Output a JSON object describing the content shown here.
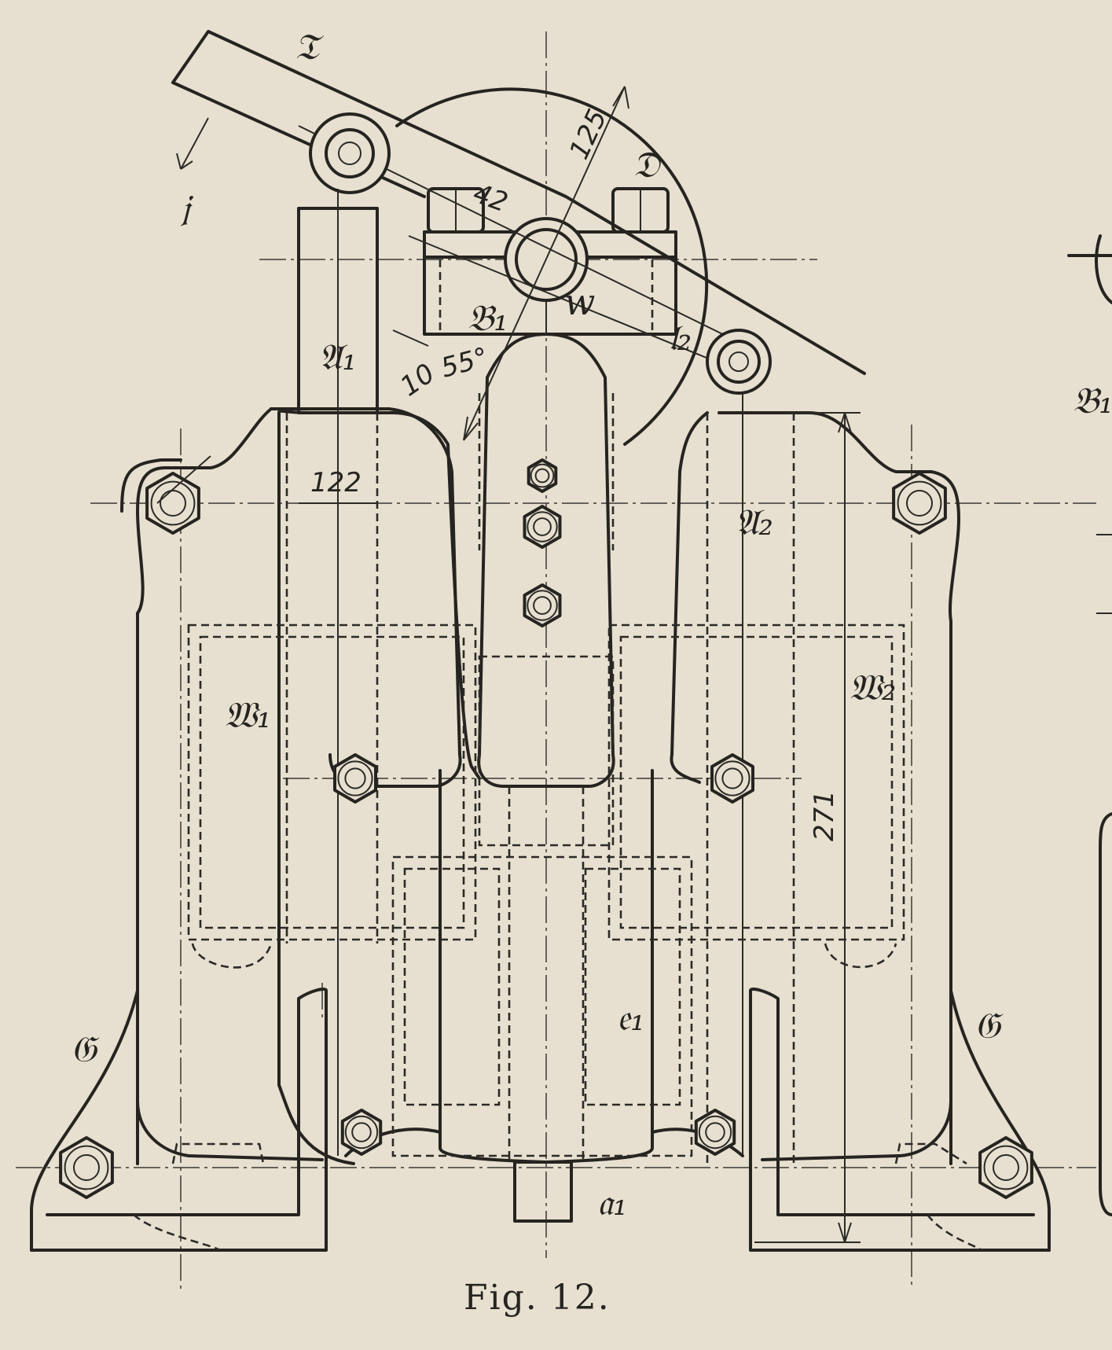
{
  "figure": {
    "caption": "Fig. 12."
  },
  "dimensions": {
    "top_width": "122",
    "disc_diameter": "125",
    "bolt_spacing": "42",
    "angle": "55°",
    "height": "271",
    "spring_value": "10"
  },
  "part_labels": {
    "lever": "𝔗",
    "direction": "𝔧",
    "disc": "𝔇",
    "bracket": "𝔅₁",
    "shaft": "w",
    "link_right": "𝔩₂",
    "rod_left": "𝔄₁",
    "rod_right": "𝔄₂",
    "coil_left": "𝔚₁",
    "coil_right": "𝔚₂",
    "core": "𝔢₁",
    "foot_left": "𝔊",
    "foot_right": "𝔊",
    "bottom_rod": "𝔞₁",
    "edge_label": "𝔅₁"
  },
  "colors": {
    "paper": "#e7e0d0",
    "ink": "#262420"
  }
}
